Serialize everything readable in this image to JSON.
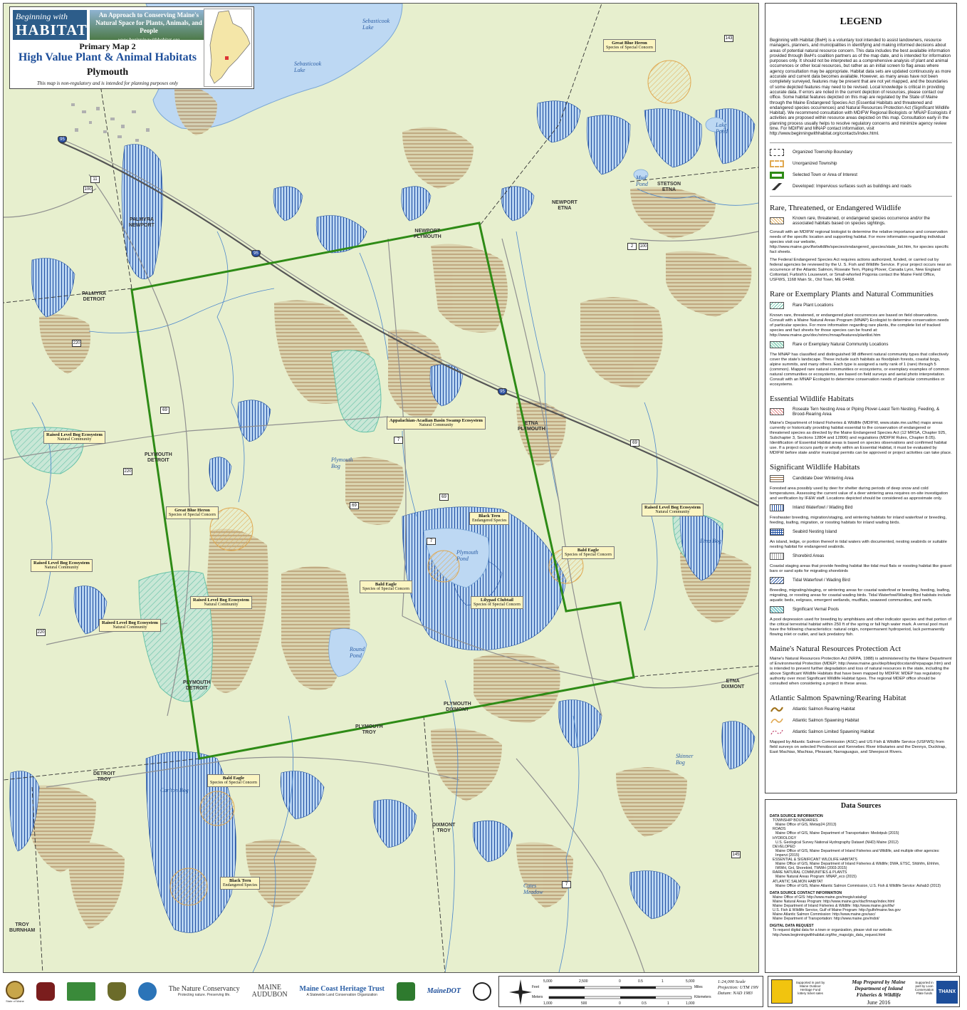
{
  "title_block": {
    "logo_line1": "Beginning with",
    "logo_line2": "HABITAT",
    "tagline": "An Approach to Conserving Maine's Natural Space for Plants, Animals, and People",
    "url": "www.beginningwithhabitat.org",
    "primary_map": "Primary Map 2",
    "map_title": "High Value Plant & Animal Habitats",
    "town": "Plymouth",
    "disclaimer": "This map is non-regulatory and is intended for planning purposes only"
  },
  "callouts": [
    {
      "title": "Great Blue Heron",
      "sub": "Species of Special Concern"
    },
    {
      "title": "Appalachian-Acadian Basin Swamp Ecosystem",
      "sub": "Natural Community"
    },
    {
      "title": "Raised Level Bog Ecosystem",
      "sub": "Natural Community"
    },
    {
      "title": "Great Blue Heron",
      "sub": "Species of Special Concern"
    },
    {
      "title": "Black Tern",
      "sub": "Endangered Species"
    },
    {
      "title": "Raised Level Bog Ecosystem",
      "sub": "Natural Community"
    },
    {
      "title": "Bald Eagle",
      "sub": "Species of Special Concern"
    },
    {
      "title": "Raised Level Bog Ecosystem",
      "sub": "Natural Community"
    },
    {
      "title": "Bald Eagle",
      "sub": "Species of Special Concern"
    },
    {
      "title": "Lilypad Clubtail",
      "sub": "Species of Special Concern"
    },
    {
      "title": "Raised Level Bog Ecosystem",
      "sub": "Natural Community"
    },
    {
      "title": "Raised Level Bog Ecosystem",
      "sub": "Natural Community"
    },
    {
      "title": "Bald Eagle",
      "sub": "Species of Special Concern"
    },
    {
      "title": "Black Tern",
      "sub": "Endangered Species"
    }
  ],
  "water_labels": [
    "Sebasticook Lake",
    "Sebasticook Lake",
    "Lake Pond",
    "Mud Pond",
    "Plymouth Bog",
    "Plymouth Pond",
    "Round Pond",
    "Etna Bog",
    "Carlton Bog",
    "Skinner Bog",
    "Cates Meadow"
  ],
  "township_labels": [
    {
      "a": "NEWPORT",
      "b": "PLYMOUTH"
    },
    {
      "a": "PALMYRA",
      "b": "DETROIT"
    },
    {
      "a": "PALMYRA",
      "b": "NEWPORT"
    },
    {
      "a": "NEWPORT",
      "b": "ETNA"
    },
    {
      "a": "STETSON",
      "b": "ETNA"
    },
    {
      "a": "PLYMOUTH",
      "b": "DETROIT"
    },
    {
      "a": "ETNA",
      "b": "PLYMOUTH"
    },
    {
      "a": "PLYMOUTH",
      "b": "DETROIT"
    },
    {
      "a": "PLYMOUTH",
      "b": "DIXMONT"
    },
    {
      "a": "PLYMOUTH",
      "b": "TROY"
    },
    {
      "a": "ETNA",
      "b": "DIXMONT"
    },
    {
      "a": "DETROIT",
      "b": "TROY"
    },
    {
      "a": "DIXMONT",
      "b": "TROY"
    },
    {
      "a": "TROY",
      "b": "BURNHAM"
    }
  ],
  "road_shields": [
    "95",
    "11",
    "100",
    "95",
    "2",
    "100",
    "143",
    "220",
    "69",
    "7",
    "69",
    "220",
    "69",
    "7",
    "220",
    "95",
    "69",
    "7",
    "145"
  ],
  "legend": {
    "title": "LEGEND",
    "intro": "Beginning with Habitat (BwH) is a voluntary tool intended to assist landowners, resource managers, planners, and municipalities in identifying and making informed decisions about areas of potential natural resource concern. This data includes the best available information provided through BwH's coalition partners as of the map date, and is intended for information purposes only. It should not be interpreted as a comprehensive analysis of plant and animal occurrences or other local resources, but rather as an initial screen to flag areas where agency consultation may be appropriate. Habitat data sets are updated continuously as more accurate and current data becomes available. However, as many areas have not been completely surveyed, features may be present that are not yet mapped, and the boundaries of some depicted features may need to be revised. Local knowledge is critical in providing accurate data. If errors are noted in the current depiction of resources, please contact our office. Some habitat features depicted on this map are regulated by the State of Maine through the Maine Endangered Species Act (Essential Habitats and threatened and endangered species occurrences) and Natural Resources Protection Act (Significant Wildlife Habitat). We recommend consultation with MDIFW Regional Biologists or MNAP Ecologists if activities are proposed within resource areas depicted on this map. Consultation early in the planning process usually helps to resolve regulatory concerns and minimize agency review time. For MDIFW and MNAP contact information, visit http://www.beginningwithhabitat.org/contacts/index.html.",
    "boundary_rows": [
      "Organized Township Boundary",
      "Unorganized Township",
      "Selected Town or Area of Interest",
      "Developed: Impervious surfaces such as buildings and roads"
    ],
    "sections": [
      {
        "heading": "Rare, Threatened, or Endangered Wildlife",
        "rows": [
          {
            "label": "Known rare, threatened, or endangered species occurrence and/or the associated habitats based on species sightings.",
            "swatch": "rte"
          }
        ],
        "desc": [
          "Consult with an MDIFW regional biologist to determine the relative importance and conservation needs of the specific location and supporting habitat. For more information regarding individual species visit our website, http://www.maine.gov/ifw/wildlife/species/endangered_species/state_list.htm, for species specific fact sheets.",
          "The Federal Endangered Species Act requires actions authorized, funded, or carried out by federal agencies be reviewed by the U. S. Fish and Wildlife Service. If your project occurs near an occurrence of the Atlantic Salmon, Roseate Tern, Piping Plover, Canada Lynx, New England Cottontail, Furbish's Lousewort, or Small-whorled Pogonia contact the Maine Field Office, USFWS, 1168 Main St., Old Town, ME 04468."
        ]
      },
      {
        "heading": "Rare or Exemplary Plants and Natural Communities",
        "rows": [
          {
            "label": "Rare Plant Locations",
            "swatch": "plant"
          }
        ],
        "desc": [
          "Known rare, threatened, or endangered plant occurrences are based on field observations. Consult with a Maine Natural Areas Program (MNAP) Ecologist to determine conservation needs of particular species. For more information regarding rare plants, the complete list of tracked species and fact sheets for those species can be found at: http://www.maine.gov/doc/nrimc/mnap/features/plantlist.htm"
        ],
        "rows2": [
          {
            "label": "Rare or Exemplary Natural Community Locations",
            "swatch": "community"
          }
        ],
        "desc2": [
          "The MNAP has classified and distinguished 98 different natural community types that collectively cover the state's landscape. These include such habitats as floodplain forests, coastal bogs, alpine summits, and many others. Each type is assigned a rarity rank of 1 (rare) through 5 (common). Mapped rare natural communities or ecosystems, or exemplary examples of common natural communities or ecosystems, are based on field surveys and aerial photo interpretation. Consult with an MNAP Ecologist to determine conservation needs of particular communities or ecosystems."
        ]
      },
      {
        "heading": "Essential Wildlife Habitats",
        "rows": [
          {
            "label": "Roseate Tern Nesting Area or Piping Plover-Least Tern Nesting, Feeding, & Brood-Rearing Area",
            "swatch": "essential"
          }
        ],
        "desc": [
          "Maine's Department of Inland Fisheries & Wildlife (MDIFW, www.state.me.us/ifw) maps areas currently or historically providing habitat essential to the conservation of endangered or threatened species as directed by the Maine Endangered Species Act (12 MRSA, Chapter 925, Subchapter 3, Sections 12804 and 12806) and regulations (MDIFW Rules, Chapter 8.05). Identification of Essential Habitat areas is based on species observations and confirmed habitat use. If a project occurs partly or wholly within an Essential Habitat, it must be evaluated by MDIFW before state and/or municipal permits can be approved or project activities can take place."
        ]
      },
      {
        "heading": "Significant Wildlife Habitats",
        "rows": [
          {
            "label": "Candidate Deer Wintering Area",
            "swatch": "deer"
          }
        ],
        "desc": [
          "Forested area possibly used by deer for shelter during periods of deep snow and cold temperatures. Assessing the current value of a deer wintering area requires on-site investigation and verification by IF&W staff. Locations depicted should be considered as approximate only."
        ],
        "rows2": [
          {
            "label": "Inland Waterfowl / Wading Bird",
            "swatch": "iwwh"
          }
        ],
        "desc2": [
          "Freshwater breeding, migration/staging, and wintering habitats for inland waterfowl or breeding, feeding, loafing, migration, or roosting habitats for inland wading birds."
        ],
        "rows3": [
          {
            "label": "Seabird Nesting Island",
            "swatch": "seabird"
          }
        ],
        "desc3": [
          "An island, ledge, or portion thereof in tidal waters with documented, nesting seabirds or suitable nesting habitat for endangered seabirds."
        ],
        "rows4": [
          {
            "label": "Shorebird Areas",
            "swatch": "shorebird"
          }
        ],
        "desc4": [
          "Coastal staging areas that provide feeding habitat like tidal mud flats or roosting habitat like gravel bars or sand spits for migrating shorebirds"
        ],
        "rows5": [
          {
            "label": "Tidal Waterfowl / Wading Bird",
            "swatch": "tidal"
          }
        ],
        "desc5": [
          "Breeding, migrating/staging, or wintering areas for coastal waterfowl or breeding, feeding, loafing, migrating, or roosting areas for coastal wading birds. Tidal Waterfowl/Wading Bird habitats include aquatic beds, eelgrass, emergent wetlands, mudflats, seaweed communities, and reefs."
        ],
        "rows6": [
          {
            "label": "Significant Vernal Pools",
            "swatch": "vernal"
          }
        ],
        "desc6": [
          "A pool depression used for breeding by amphibians and other indicator species and that portion of the critical terrestrial habitat within 250 ft of the spring or fall high water mark. A vernal pool must have the following characteristics: natural origin, nonpermanent hydroperiod, lack permanently flowing inlet or outlet, and lack predatory fish."
        ]
      },
      {
        "heading": "Maine's Natural Resources Protection Act",
        "rows": [],
        "desc": [
          "Maine's Natural Resources Protection Act (NRPA, 1988) is administered by the Maine Department of Environmental Protection (MDEP; http://www.maine.gov/dep/blwq/docstand/nrpapage.htm) and is intended to prevent further degradation and loss of natural resources in the state, including the above Significant Wildlife Habitats that have been mapped by MDIFW. MDEP has regulatory authority over most Significant Wildlife Habitat types. The regional MDEP office should be consulted when considering a project in these areas."
        ]
      },
      {
        "heading": "Atlantic Salmon Spawning/Rearing Habitat",
        "rows": [
          {
            "label": "Atlantic Salmon Rearing Habitat",
            "swatch": "rearing"
          },
          {
            "label": "Atlantic Salmon Spawning Habitat",
            "swatch": "spawning"
          },
          {
            "label": "Atlantic Salmon Limited Spawning Habitat",
            "swatch": "limited"
          }
        ],
        "desc": [
          "Mapped by Atlantic Salmon Commission (ASC) and US Fish & Wildlife Service (USFWS) from field surveys on selected Penobscot and Kennebec River tributaries and the Dennys, Ducktrap, East Machias, Machias, Pleasant, Narraguagus, and Sheepscot Rivers."
        ]
      }
    ]
  },
  "data_sources": {
    "title": "Data Sources",
    "lines": [
      {
        "t": "h",
        "v": "DATA SOURCE INFORMATION"
      },
      {
        "t": "s",
        "v": "TOWNSHIP BOUNDARIES"
      },
      {
        "t": "i",
        "v": "Maine Office of GIS, Metwp24 (2013)"
      },
      {
        "t": "s",
        "v": "ROADS"
      },
      {
        "t": "i",
        "v": "Maine Office of GIS, Maine Department of Transportation: Medotpub (2015)"
      },
      {
        "t": "s",
        "v": "HYDROLOGY"
      },
      {
        "t": "i",
        "v": "U.S. Geological Survey National Hydrography Dataset (NHD) Maine (2012)"
      },
      {
        "t": "s",
        "v": "DEVELOPED"
      },
      {
        "t": "i",
        "v": "Maine Office of GIS, Maine Department of Inland Fisheries and Wildlife, and multiple other agencies: Impervi (2015)"
      },
      {
        "t": "s",
        "v": "ESSENTIAL & SIGNIFICANT WILDLIFE HABITATS"
      },
      {
        "t": "i",
        "v": "Maine Office of GIS, Maine Department of Inland Fisheries & Wildlife; DWA, ETSC, Shbhfm, Ehhhm, IWWH, Gnl, Shorebird, TWWH (2003-2015)"
      },
      {
        "t": "s",
        "v": "RARE NATURAL COMMUNITIES & PLANTS"
      },
      {
        "t": "i",
        "v": "Maine Natural Areas Program: MNAP_eco (2015)"
      },
      {
        "t": "s",
        "v": "ATLANTIC SALMON HABITAT"
      },
      {
        "t": "i",
        "v": "Maine Office of GIS, Maine Atlantic Salmon Commission, U.S. Fish & Wildlife Service: Ashab3 (2013)"
      },
      {
        "t": "h",
        "v": "DATA SOURCE CONTACT INFORMATION"
      },
      {
        "t": "s",
        "v": "Maine Office of GIS: http://www.maine.gov/megis/catalog/"
      },
      {
        "t": "s",
        "v": "Maine Natural Areas Program: http://www.maine.gov/dacf/mnap/index.html"
      },
      {
        "t": "s",
        "v": "Maine Department of Inland Fisheries & Wildlife: http://www.maine.gov/ifw/"
      },
      {
        "t": "s",
        "v": "U.S. Fish & Wildlife Service, Gulf of Maine Program: http://gulfofmaine.fws.gov"
      },
      {
        "t": "s",
        "v": "Maine Atlantic Salmon Commission: http://www.maine.gov/asc/"
      },
      {
        "t": "s",
        "v": "Maine Department of Transportation: http://www.maine.gov/mdot/"
      },
      {
        "t": "h",
        "v": "DIGITAL DATA REQUEST"
      },
      {
        "t": "s",
        "v": "To request digital data for a town or organization, please visit our website."
      },
      {
        "t": "s",
        "v": "http://www.beginningwithhabitat.org/the_maps/gis_data_request.html"
      }
    ]
  },
  "footer": {
    "logos": [
      "State of Maine",
      "The Nature Conservancy",
      "Protecting nature. Preserving life.",
      "MAINE",
      "AUDUBON",
      "Maine Coast Heritage Trust",
      "A Statewide Land Conservation Organization",
      "MaineDOT"
    ],
    "scale": {
      "feet_label": "Feet",
      "feet_ticks": [
        "5,000",
        "2,500",
        "0",
        "5,000"
      ],
      "meters_label": "Meters",
      "meters_ticks": [
        "1,000",
        "500",
        "0",
        "1,000"
      ],
      "miles_label": "Miles",
      "miles_ticks": [
        "0",
        "0.5",
        "1"
      ],
      "km_label": "Kilometers",
      "km_ticks": [
        "0",
        "0.5",
        "1"
      ],
      "ratio": "1:24,000 Scale",
      "projection": "Projection: UTM 19N",
      "datum": "Datum: NAD 1983"
    },
    "credit": {
      "line": "Map Prepared by Maine Department of Inland Fisheries & Wildlife",
      "date": "June 2016",
      "support1": "Supported in part by Maine Outdoor Heritage Fund lottery ticket sales",
      "support2": "Supported in part by Loon Conservation Plate funds",
      "plate": "THANX"
    }
  },
  "colors": {
    "map_bg": "#e7efce",
    "water": "#bdd8f3",
    "iwwh_hatch": "#1f4fa3",
    "deer_hatch": "#9a6b3f",
    "community_green": "#67c2a8",
    "town_boundary": "#2e8b16",
    "rte_orange": "#e0a850"
  }
}
